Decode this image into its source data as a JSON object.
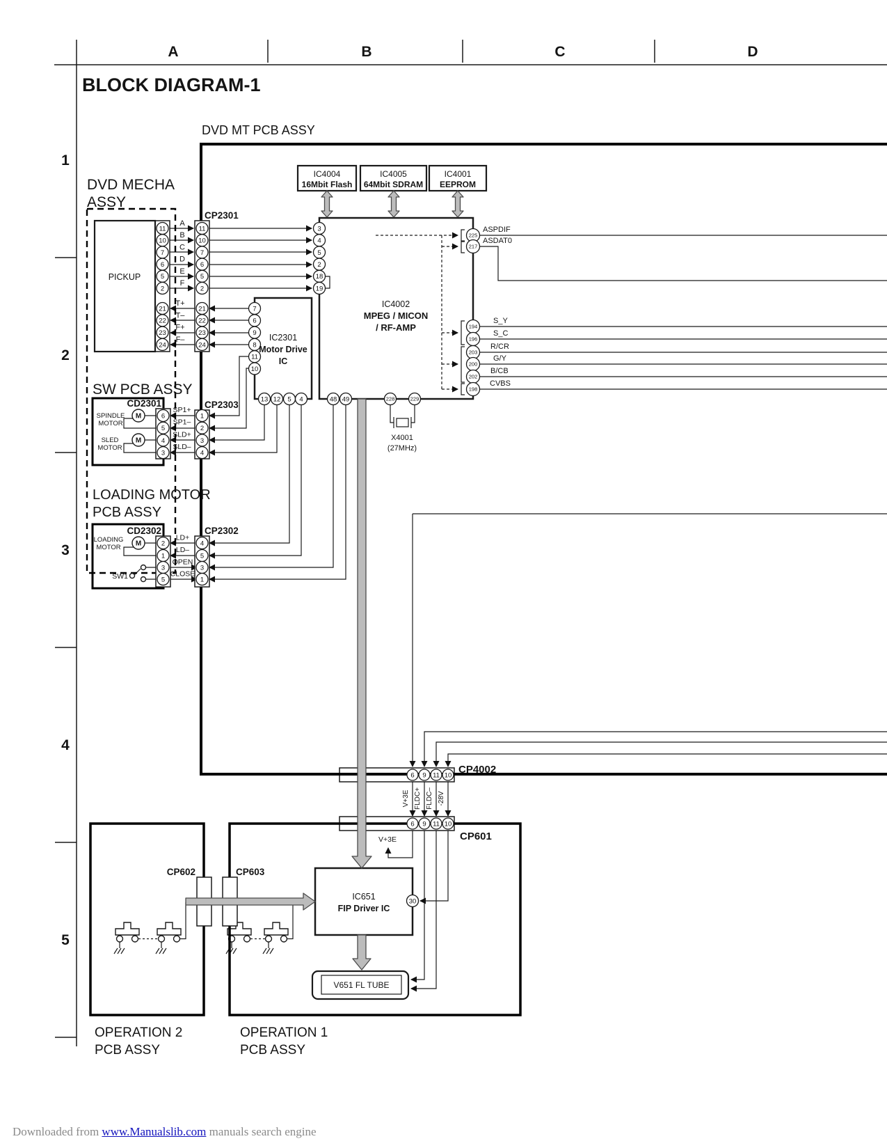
{
  "header": {
    "title": "BLOCK DIAGRAM-1",
    "columns": [
      "A",
      "B",
      "C",
      "D"
    ],
    "rows": [
      "1",
      "2",
      "3",
      "4",
      "5"
    ]
  },
  "boards": {
    "dvd_mt": "DVD MT PCB ASSY",
    "dvd_mecha": {
      "line1": "DVD MECHA",
      "line2": "ASSY"
    },
    "sw": "SW PCB ASSY",
    "loading": {
      "line1": "LOADING MOTOR",
      "line2": "PCB ASSY"
    },
    "op2": {
      "line1": "OPERATION 2",
      "line2": "PCB ASSY"
    },
    "op1": {
      "line1": "OPERATION 1",
      "line2": "PCB ASSY"
    }
  },
  "ics": {
    "ic4004": {
      "name": "IC4004",
      "desc": "16Mbit Flash"
    },
    "ic4005": {
      "name": "IC4005",
      "desc": "64Mbit SDRAM"
    },
    "ic4001": {
      "name": "IC4001",
      "desc": "EEPROM"
    },
    "ic4002": {
      "name": "IC4002",
      "desc1": "MPEG / MICON",
      "desc2": "/ RF-AMP"
    },
    "ic2301": {
      "name": "IC2301",
      "desc1": "Motor Drive",
      "desc2": "IC"
    },
    "ic651": {
      "name": "IC651",
      "desc": "FIP Driver IC"
    },
    "v651": "V651  FL TUBE",
    "x4001": {
      "name": "X4001",
      "freq": "(27MHz)"
    }
  },
  "connectors": {
    "cp2301": "CP2301",
    "cp2302": "CP2302",
    "cp2303": "CP2303",
    "cp4002": "CP4002",
    "cp601": "CP601",
    "cp602": "CP602",
    "cp603": "CP603",
    "cd2301": "CD2301",
    "cd2302": "CD2302"
  },
  "pins": {
    "pickup_signal": [
      "11",
      "10",
      "7",
      "6",
      "5",
      "2"
    ],
    "pickup_drive": [
      "21",
      "22",
      "23",
      "24"
    ],
    "cp2301_signal": [
      "11",
      "10",
      "7",
      "6",
      "5",
      "2"
    ],
    "cp2301_drive": [
      "21",
      "22",
      "23",
      "24"
    ],
    "ic4002_left": [
      "3",
      "4",
      "5",
      "2",
      "18",
      "19"
    ],
    "ic4002_right": [
      "225",
      "217",
      "194",
      "196",
      "203",
      "200",
      "202",
      "198"
    ],
    "ic4002_bottom": [
      "48",
      "49",
      "228",
      "229"
    ],
    "ic2301_left": [
      "7",
      "6",
      "9",
      "8",
      "11",
      "10"
    ],
    "ic2301_bottom": [
      "13",
      "12",
      "5",
      "4"
    ],
    "cp2303": [
      "1",
      "2",
      "3",
      "4"
    ],
    "cd2301": [
      "6",
      "5",
      "4",
      "3"
    ],
    "cd2302": [
      "2",
      "1",
      "3",
      "5"
    ],
    "cp2302": [
      "4",
      "5",
      "3",
      "1"
    ],
    "cp4002": [
      "6",
      "9",
      "11",
      "10"
    ],
    "cp601": [
      "6",
      "9",
      "11",
      "10"
    ],
    "ic651_pin": "30"
  },
  "signals": {
    "pickup": [
      "A",
      "B",
      "C",
      "D",
      "E",
      "F"
    ],
    "drive": [
      "T+",
      "T–",
      "F+",
      "F–"
    ],
    "spindle_sled": [
      "SP1+",
      "SP1–",
      "SLD+",
      "SLD–"
    ],
    "loading": [
      "LD+",
      "LD–",
      "OPEN",
      "CLOSE"
    ],
    "av_out": [
      "ASPDIF",
      "ASDAT0",
      "S_Y",
      "S_C",
      "R/CR",
      "G/Y",
      "B/CB",
      "CVBS"
    ],
    "power": [
      "V+3E",
      "FLDC+",
      "FLDC–",
      "-28V"
    ],
    "v3e": "V+3E",
    "sw1": "SW1"
  },
  "labels": {
    "pickup": "PICKUP",
    "spindle_motor": {
      "line1": "SPINDLE",
      "line2": "MOTOR"
    },
    "sled_motor": {
      "line1": "SLED",
      "line2": "MOTOR"
    },
    "loading_motor": {
      "line1": "LOADING",
      "line2": "MOTOR"
    },
    "motor_symbol": "M"
  },
  "footer": {
    "prefix": "Downloaded from ",
    "link": "www.Manualslib.com",
    "suffix": " manuals search engine"
  },
  "colors": {
    "accent_gray": "#bcbcbc",
    "link_blue": "#1313bd"
  }
}
